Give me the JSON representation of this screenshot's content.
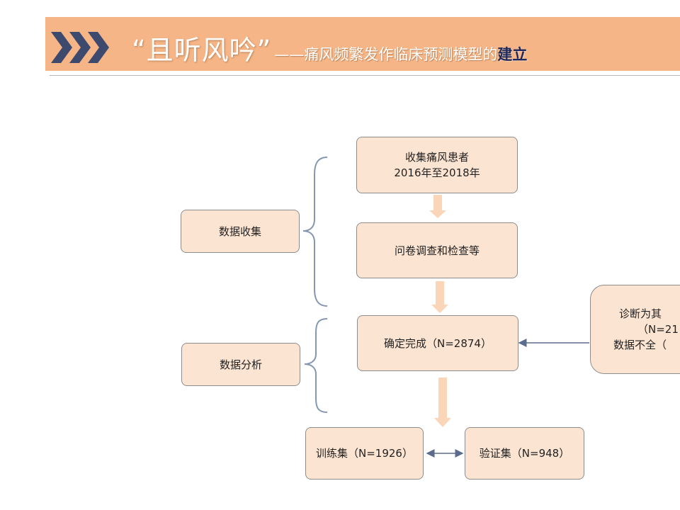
{
  "header": {
    "title_main": "“且听风吟”",
    "title_sub": "——痛风频繁发作临床预测模型的",
    "title_emph": "建立"
  },
  "brackets": {
    "collection_label": "数据收集",
    "analysis_label": "数据分析"
  },
  "flow": {
    "step1_line1": "收集痛风患者",
    "step1_line2": "2016年至2018年",
    "step2": "问卷调查和检查等",
    "step3": "确定完成（N=2874）",
    "train": "训练集（N=1926）",
    "validate": "验证集（N=948）"
  },
  "exclusion": {
    "line1": "诊断为其",
    "line2": "（N=21",
    "line3": "数据不全（"
  },
  "colors": {
    "banner": "#f5b586",
    "box_fill": "#fce4d2",
    "arrow_fill": "#fbd5b8",
    "bracket": "#8496b0",
    "title_emph": "#1f2a5c"
  }
}
